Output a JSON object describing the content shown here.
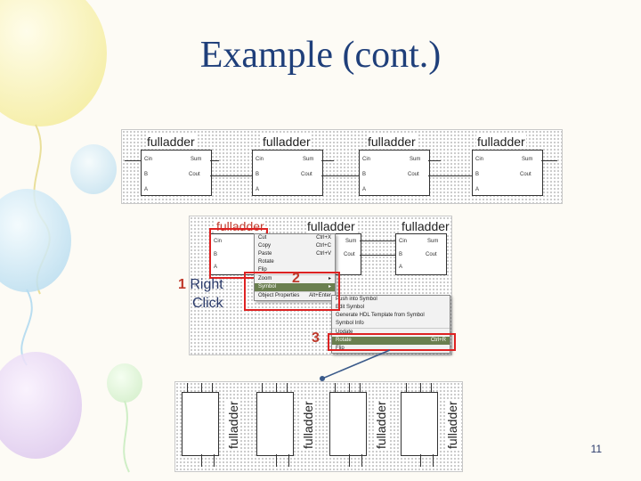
{
  "slide": {
    "title": "Example (cont.)",
    "page_number": "11"
  },
  "colors": {
    "title": "#1f3f7a",
    "highlight_box": "#dd2222",
    "menu_highlight": "#6a7f4f"
  },
  "block_name": "fulladder",
  "ports": {
    "cin": "Cin",
    "b": "B",
    "a": "A",
    "sum": "Sum",
    "cout": "Cout"
  },
  "steps": {
    "step1_num": "1",
    "step1_line1": "Right",
    "step1_line2": "Click",
    "step2_num": "2",
    "step3_num": "3"
  },
  "context_menu": {
    "items": [
      {
        "label": "Cut",
        "shortcut": "Ctrl+X"
      },
      {
        "label": "Copy",
        "shortcut": "Ctrl+C"
      },
      {
        "label": "Paste",
        "shortcut": "Ctrl+V"
      },
      {
        "label": "Rotate",
        "shortcut": ""
      },
      {
        "label": "Flip",
        "shortcut": ""
      },
      {
        "label": "Zoom",
        "shortcut": ""
      },
      {
        "label": "Symbol",
        "shortcut": ""
      },
      {
        "label": "Object Properties",
        "shortcut": "Alt+Enter"
      }
    ]
  },
  "submenu": {
    "items": [
      {
        "label": "Push into Symbol",
        "shortcut": ""
      },
      {
        "label": "Edit Symbol",
        "shortcut": ""
      },
      {
        "label": "Generate HDL Template from Symbol",
        "shortcut": ""
      },
      {
        "label": "Symbol Info",
        "shortcut": ""
      },
      {
        "label": "Update",
        "shortcut": ""
      },
      {
        "label": "Rotate",
        "shortcut": "Ctrl+R"
      },
      {
        "label": "Flip",
        "shortcut": ""
      }
    ]
  }
}
